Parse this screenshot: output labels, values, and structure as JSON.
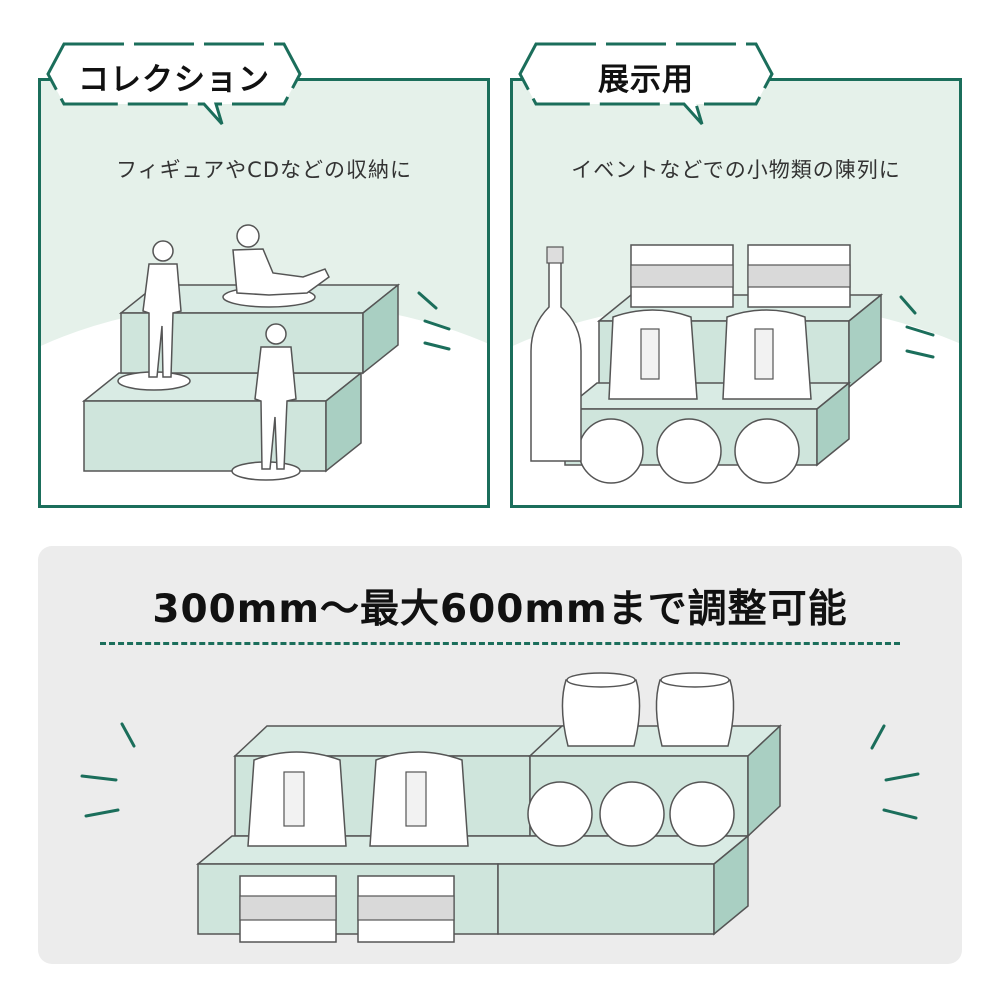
{
  "panels": [
    {
      "badge": "コレクション",
      "subtitle": "フィギュアやCDなどの収納に"
    },
    {
      "badge": "展示用",
      "subtitle": "イベントなどでの小物類の陳列に"
    }
  ],
  "bottom": {
    "title": "300mm〜最大600mmまで調整可能"
  },
  "colors": {
    "accent": "#1b6e5b",
    "panel_bg": "#e5f1ea",
    "shelf": "#cfe5dc",
    "shelf_dark": "#a9cfc2",
    "bottom_bg": "#ececec"
  },
  "icons": [
    "figure-icon",
    "sake-bottle-icon",
    "box-icon",
    "bag-icon",
    "tin-icon",
    "jar-icon",
    "emphasis-lines-icon"
  ]
}
